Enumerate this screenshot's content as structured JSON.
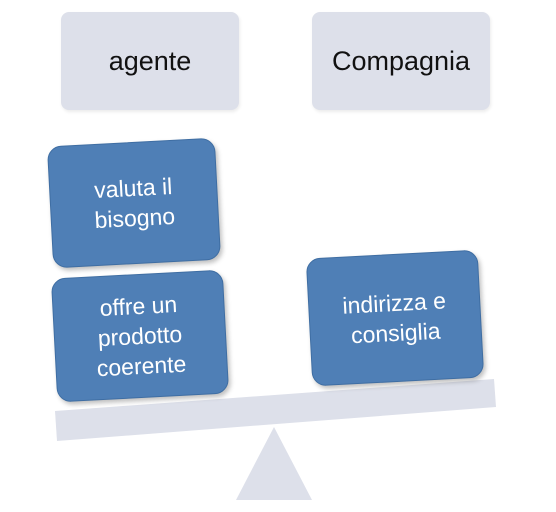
{
  "headers": {
    "left": "agente",
    "right": "Compagnia"
  },
  "cards": {
    "valuta": {
      "line1": "valuta il",
      "line2": "bisogno"
    },
    "offre": {
      "line1": "offre un",
      "line2": "prodotto",
      "line3": "coerente"
    },
    "indirizza": {
      "line1": "indirizza e",
      "line2": "consiglia"
    }
  },
  "colors": {
    "header_fill": "#dde0ea",
    "card_fill": "#4f7fb6",
    "scale_fill": "#dde0ea",
    "card_text": "#ffffff"
  }
}
